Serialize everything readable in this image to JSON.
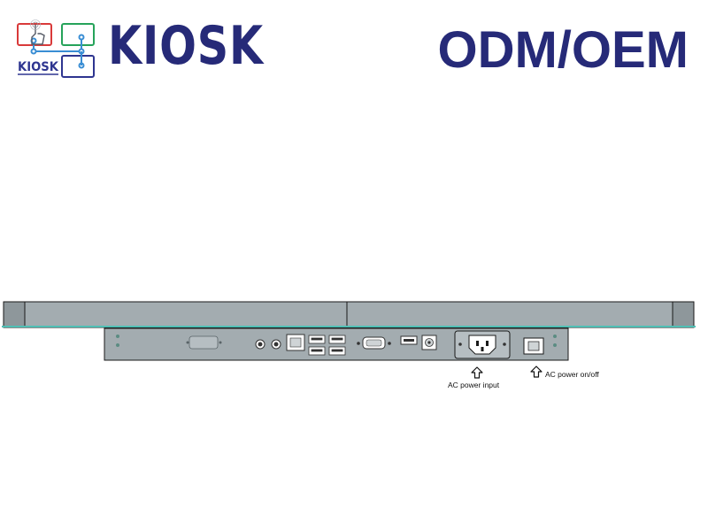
{
  "header": {
    "brand_text": "KIOSK",
    "tagline": "ODM/OEM",
    "logo_text": "KIOSK",
    "brand_color": "#262a78"
  },
  "figure": {
    "callouts": {
      "ac_power_input": "AC power input",
      "ac_power_switch": "AC power on/off"
    },
    "colors": {
      "panel": "#a3acb0",
      "edge": "#1a1a1a",
      "glass": "#4fbfb5"
    },
    "icons": [
      "hand-touch-icon",
      "up-arrow-icon"
    ]
  }
}
